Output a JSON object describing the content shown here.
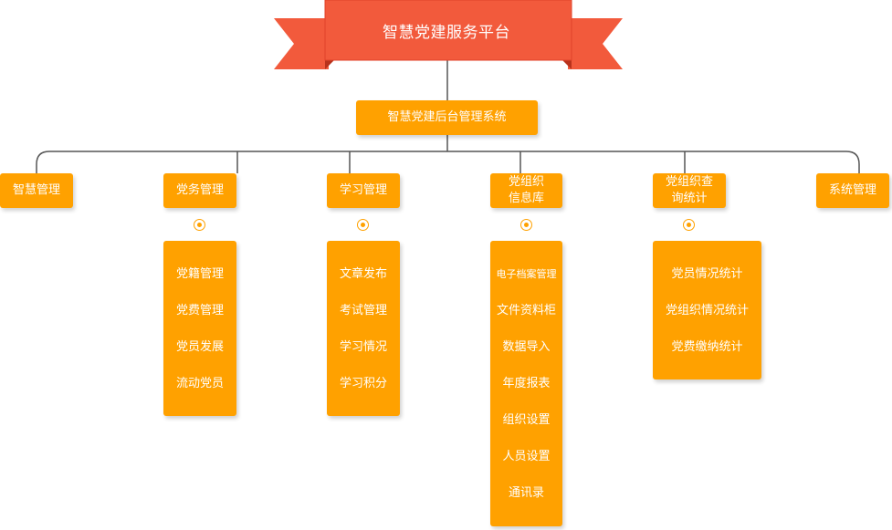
{
  "title": "智慧党建服务平台",
  "system": "智慧党建后台管理系统",
  "modules": [
    {
      "label": "智慧管理",
      "items": []
    },
    {
      "label": "党务管理",
      "items": [
        "党籍管理",
        "党费管理",
        "党员发展",
        "流动党员"
      ]
    },
    {
      "label": "学习管理",
      "items": [
        "文章发布",
        "考试管理",
        "学习情况",
        "学习积分"
      ]
    },
    {
      "label": "党组织\n信息库",
      "items": [
        "电子档案管理",
        "文件资料柜",
        "数据导入",
        "年度报表",
        "组织设置",
        "人员设置",
        "通讯录"
      ]
    },
    {
      "label": "党组织查\n询统计",
      "items": [
        "党员情况统计",
        "党组织情况统计",
        "党费缴纳统计"
      ]
    },
    {
      "label": "系统管理",
      "items": []
    }
  ],
  "colors": {
    "ribbon": "#f25a3c",
    "ribbon_dark": "#e8452a",
    "node": "#ffa100",
    "line": "#555555"
  }
}
